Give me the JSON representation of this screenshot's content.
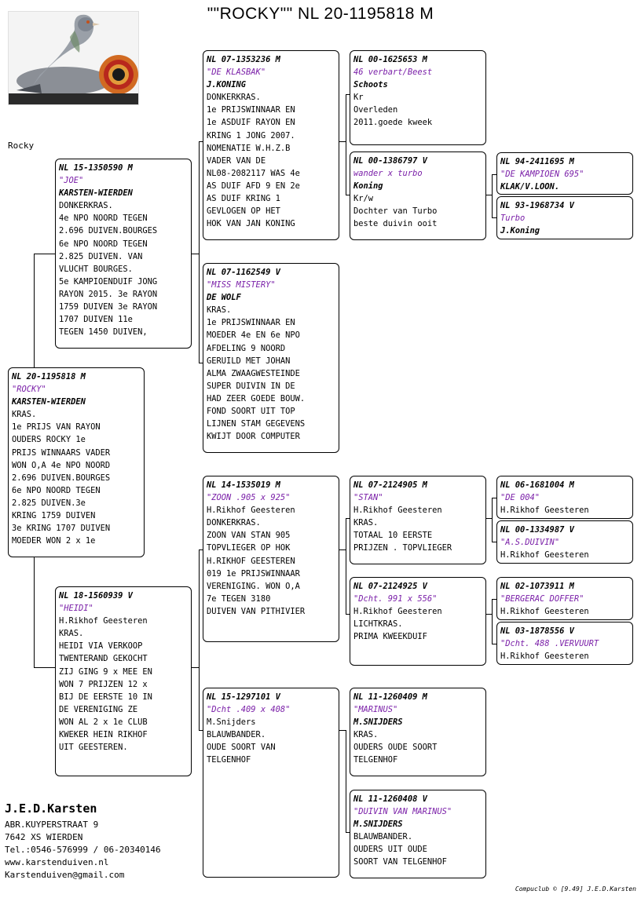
{
  "header": {
    "title": "\"\"ROCKY\"\"   NL  20-1195818 M",
    "subject_label": "Rocky"
  },
  "pigeons": {
    "subject": {
      "ring": "NL  20-1195818 M",
      "name": "\"ROCKY\"",
      "owner": "KARSTEN-WIERDEN",
      "lines": [
        "KRAS.",
        "1e PRIJS VAN RAYON",
        "OUDERS ROCKY 1e",
        "PRIJS WINNAARS VADER",
        "WON O,A 4e NPO NOORD",
        "2.696 DUIVEN.BOURGES",
        "6e NPO NOORD TEGEN",
        "2.825 DUIVEN.3e",
        "KRING 1759 DUIVEN",
        "3e KRING 1707 DUIVEN",
        "MOEDER WON 2 x 1e"
      ]
    },
    "sire": {
      "ring": "NL  15-1350590 M",
      "name": "\"JOE\"",
      "owner": "KARSTEN-WIERDEN",
      "lines": [
        "DONKERKRAS.",
        "4e NPO NOORD TEGEN",
        "2.696 DUIVEN.BOURGES",
        "6e NPO NOORD TEGEN",
        "2.825 DUIVEN. VAN",
        "VLUCHT  BOURGES.",
        "5e KAMPIOENDUIF JONG",
        "RAYON 2015. 3e RAYON",
        "1759 DUIVEN 3e RAYON",
        "1707 DUIVEN  11e",
        "TEGEN 1450 DUIVEN,"
      ]
    },
    "dam": {
      "ring": "NL  18-1560939 V",
      "name": "\"HEIDI\"",
      "owner": "H.Rikhof Geesteren",
      "lines": [
        "KRAS.",
        "HEIDI VIA  VERKOOP",
        "TWENTERAND  GEKOCHT",
        "ZIJ GING  9 x MEE EN",
        "WON 7 PRIJZEN  12 x",
        "BIJ DE EERSTE 10 IN",
        "DE VERENIGING ZE",
        "WON AL 2 x 1e CLUB",
        "KWEKER HEIN RIKHOF",
        "UIT GEESTEREN."
      ]
    },
    "ss": {
      "ring": "NL  07-1353236 M",
      "name": "\"DE KLASBAK\"",
      "owner": "J.KONING",
      "lines": [
        "DONKERKRAS.",
        "1e PRIJSWINNAAR EN",
        "1e ASDUIF RAYON EN",
        "KRING 1 JONG 2007.",
        "NOMENATIE W.H.Z.B",
        "VADER VAN DE",
        "NL08-2082117 WAS 4e",
        "AS DUIF AFD 9 EN 2e",
        "AS DUIF KRING 1",
        "GEVLOGEN OP HET",
        "HOK VAN JAN KONING"
      ]
    },
    "sd": {
      "ring": "NL  07-1162549 V",
      "name": "\"MISS MISTERY\"",
      "owner": "DE WOLF",
      "lines": [
        "KRAS.",
        "1e PRIJSWINNAAR EN",
        "MOEDER 4e EN 6e NPO",
        "AFDELING 9 NOORD",
        "GERUILD  MET JOHAN",
        "ALMA  ZWAAGWESTEINDE",
        "SUPER DUIVIN IN DE",
        "HAD ZEER GOEDE BOUW.",
        "FOND SOORT UIT TOP",
        "LIJNEN STAM GEGEVENS",
        "KWIJT DOOR COMPUTER"
      ]
    },
    "ds": {
      "ring": "NL  14-1535019 M",
      "name": "\"ZOON .905 x 925\"",
      "owner": "H.Rikhof Geesteren",
      "lines": [
        "DONKERKRAS.",
        "ZOON  VAN STAN 905",
        "TOPVLIEGER OP HOK",
        "H.RIKHOF GEESTEREN",
        "019  1e PRIJSWINNAAR",
        "VERENIGING. WON O,A",
        "7e TEGEN 3180",
        "DUIVEN VAN PITHIVIER"
      ]
    },
    "dd": {
      "ring": "NL  15-1297101 V",
      "name": "\"Dcht .409 x 408\"",
      "owner": "M.Snijders",
      "lines": [
        "BLAUWBANDER.",
        "OUDE SOORT VAN",
        "TELGENHOF"
      ]
    },
    "sss": {
      "ring": "NL  00-1625653 M",
      "name": "46 verbart/Beest",
      "owner": "Schoots",
      "lines": [
        "Kr",
        "Overleden",
        "2011.goede kweek"
      ]
    },
    "ssd": {
      "ring": "NL  00-1386797 V",
      "name": "wander x turbo",
      "owner": "Koning",
      "lines": [
        "Kr/w",
        "Dochter van Turbo",
        "beste duivin ooit"
      ]
    },
    "dss": {
      "ring": "NL  07-2124905 M",
      "name": "\"STAN\"",
      "owner": "H.Rikhof Geesteren",
      "lines": [
        "KRAS.",
        "TOTAAL 10 EERSTE",
        "PRIJZEN . TOPVLIEGER"
      ]
    },
    "dsd": {
      "ring": "NL  07-2124925 V",
      "name": "\"Dcht. 991  x 556\"",
      "owner": "H.Rikhof Geesteren",
      "lines": [
        "LICHTKRAS.",
        "PRIMA KWEEKDUIF"
      ]
    },
    "dds": {
      "ring": "NL  11-1260409 M",
      "name": "\"MARINUS\"",
      "owner": "M.SNIJDERS",
      "lines": [
        "KRAS.",
        "OUDERS OUDE SOORT",
        "TELGENHOF"
      ]
    },
    "ddd": {
      "ring": "NL  11-1260408 V",
      "name": "\"DUIVIN VAN MARINUS\"",
      "owner": "M.SNIJDERS",
      "lines": [
        "BLAUWBANDER.",
        "OUDERS UIT OUDE",
        "SOORT VAN TELGENHOF"
      ]
    },
    "ssds": {
      "ring": "NL  94-2411695 M",
      "name": "\"DE KAMPIOEN 695\"",
      "owner": "KLAK/V.LOON."
    },
    "ssdd": {
      "ring": "NL  93-1968734 V",
      "name": "Turbo",
      "owner": "J.Koning"
    },
    "dsss": {
      "ring": "NL  06-1681004 M",
      "name": "\"DE 004\"",
      "owner": "H.Rikhof Geesteren"
    },
    "dssd": {
      "ring": "NL  00-1334987 V",
      "name": "\"A.S.DUIVIN\"",
      "owner": "H.Rikhof Geesteren"
    },
    "dsds": {
      "ring": "NL  02-1073911 M",
      "name": "\"BERGERAC DOFFER\"",
      "owner": "H.Rikhof Geesteren"
    },
    "dsdd": {
      "ring": "NL  03-1878556 V",
      "name": "\"Dcht. 488 .VERVUURT",
      "owner": "H.Rikhof Geesteren"
    }
  },
  "footer": {
    "name": "J.E.D.Karsten",
    "address": "ABR.KUYPERSTRAAT 9",
    "city": "7642 XS  WIERDEN",
    "phone": "Tel.:0546-576999 / 06-20340146",
    "web": "www.karstenduiven.nl",
    "email": "Karstenduiven@gmail.com"
  },
  "credits": "Compuclub © [9.49]  J.E.D.Karsten",
  "colors": {
    "name_accent": "#7a1fa8",
    "border": "#000000"
  }
}
